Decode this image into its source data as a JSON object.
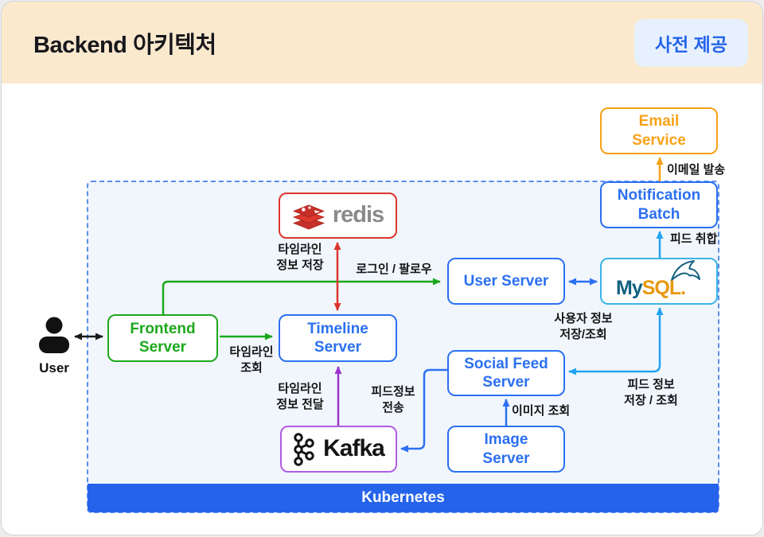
{
  "header": {
    "title": "Backend 아키텍처",
    "badge": "사전 제공"
  },
  "actor": {
    "label": "User"
  },
  "nodes": {
    "email_service": {
      "label": "Email\nService"
    },
    "notification_batch": {
      "label": "Notification\nBatch"
    },
    "redis": {
      "logo_text": "redis"
    },
    "user_server": {
      "label": "User Server"
    },
    "mysql": {
      "logo_my": "My",
      "logo_sql": "SQL."
    },
    "frontend_server": {
      "label": "Frontend\nServer"
    },
    "timeline_server": {
      "label": "Timeline\nServer"
    },
    "social_feed_server": {
      "label": "Social Feed\nServer"
    },
    "kafka": {
      "logo_text": "Kafka"
    },
    "image_server": {
      "label": "Image\nServer"
    },
    "kubernetes": {
      "label": "Kubernetes"
    }
  },
  "edge_labels": {
    "email_send": "이메일 발송",
    "feed_aggregate": "피드 취합",
    "login_follow": "로그인 / 팔로우",
    "timeline_store": "타임라인\n정보 저장",
    "user_info_rw": "사용자 정보\n저장/조회",
    "timeline_read": "타임라인\n조회",
    "timeline_deliver": "타임라인\n정보 전달",
    "feed_send": "피드정보\n전송",
    "feed_rw": "피드 정보\n저장 / 조회",
    "image_read": "이미지 조회"
  },
  "colors": {
    "header_bg": "#FBE9CE",
    "badge_bg": "#E7F1FE",
    "badge_text": "#2563EB",
    "blue": "#2B70F0",
    "green": "#1CA81C",
    "orange": "#F7A117",
    "red": "#DB352C",
    "purple_border": "#B05CE4",
    "purple_arrow": "#9C33CC",
    "cyan_arrow": "#22A3F0",
    "mysql_border": "#3CB3E8",
    "kubernetes_bar": "#2563EB",
    "container_bg": "#F1F6FD",
    "container_border": "#5B8DEF",
    "redis_text": "#8A8A8A",
    "mysql_my": "#10617F",
    "mysql_sql": "#E8980C"
  }
}
